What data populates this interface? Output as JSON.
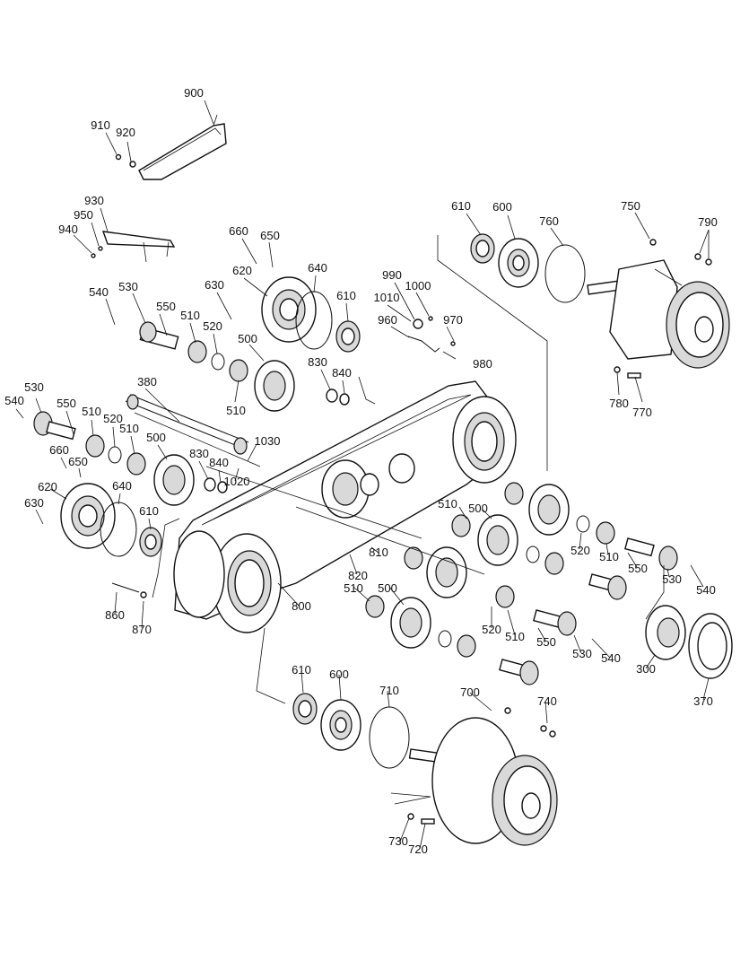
{
  "colors": {
    "line": "#111111",
    "background": "#ffffff",
    "shade": "#d9d9d9"
  },
  "labels": [
    {
      "id": "l900",
      "text": "900"
    },
    {
      "id": "l910",
      "text": "910"
    },
    {
      "id": "l920",
      "text": "920"
    },
    {
      "id": "l930",
      "text": "930"
    },
    {
      "id": "l950",
      "text": "950"
    },
    {
      "id": "l940",
      "text": "940"
    },
    {
      "id": "l610a",
      "text": "610"
    },
    {
      "id": "l600a",
      "text": "600"
    },
    {
      "id": "l760",
      "text": "760"
    },
    {
      "id": "l750",
      "text": "750"
    },
    {
      "id": "l790",
      "text": "790"
    },
    {
      "id": "l660a",
      "text": "660"
    },
    {
      "id": "l650a",
      "text": "650"
    },
    {
      "id": "l640a",
      "text": "640"
    },
    {
      "id": "l620a",
      "text": "620"
    },
    {
      "id": "l630a",
      "text": "630"
    },
    {
      "id": "l610b",
      "text": "610"
    },
    {
      "id": "l990",
      "text": "990"
    },
    {
      "id": "l1000",
      "text": "1000"
    },
    {
      "id": "l1010",
      "text": "1010"
    },
    {
      "id": "l960",
      "text": "960"
    },
    {
      "id": "l970",
      "text": "970"
    },
    {
      "id": "l980",
      "text": "980"
    },
    {
      "id": "l540a",
      "text": "540"
    },
    {
      "id": "l530a",
      "text": "530"
    },
    {
      "id": "l550a",
      "text": "550"
    },
    {
      "id": "l510a",
      "text": "510"
    },
    {
      "id": "l520a",
      "text": "520"
    },
    {
      "id": "l500a",
      "text": "500"
    },
    {
      "id": "l510b",
      "text": "510"
    },
    {
      "id": "l830a",
      "text": "830"
    },
    {
      "id": "l840a",
      "text": "840"
    },
    {
      "id": "l780",
      "text": "780"
    },
    {
      "id": "l770",
      "text": "770"
    },
    {
      "id": "l380",
      "text": "380"
    },
    {
      "id": "l530b",
      "text": "530"
    },
    {
      "id": "l540b",
      "text": "540"
    },
    {
      "id": "l550b",
      "text": "550"
    },
    {
      "id": "l510c",
      "text": "510"
    },
    {
      "id": "l520b",
      "text": "520"
    },
    {
      "id": "l510d",
      "text": "510"
    },
    {
      "id": "l500b",
      "text": "500"
    },
    {
      "id": "l1030",
      "text": "1030"
    },
    {
      "id": "l660b",
      "text": "660"
    },
    {
      "id": "l650b",
      "text": "650"
    },
    {
      "id": "l830b",
      "text": "830"
    },
    {
      "id": "l840b",
      "text": "840"
    },
    {
      "id": "l1020",
      "text": "1020"
    },
    {
      "id": "l620b",
      "text": "620"
    },
    {
      "id": "l640b",
      "text": "640"
    },
    {
      "id": "l630b",
      "text": "630"
    },
    {
      "id": "l610c",
      "text": "610"
    },
    {
      "id": "l510e",
      "text": "510"
    },
    {
      "id": "l500c",
      "text": "500"
    },
    {
      "id": "l520c",
      "text": "520"
    },
    {
      "id": "l510f",
      "text": "510"
    },
    {
      "id": "l550c",
      "text": "550"
    },
    {
      "id": "l530c",
      "text": "530"
    },
    {
      "id": "l540c",
      "text": "540"
    },
    {
      "id": "l810",
      "text": "810"
    },
    {
      "id": "l820",
      "text": "820"
    },
    {
      "id": "l860",
      "text": "860"
    },
    {
      "id": "l870",
      "text": "870"
    },
    {
      "id": "l800",
      "text": "800"
    },
    {
      "id": "l510g",
      "text": "510"
    },
    {
      "id": "l500d",
      "text": "500"
    },
    {
      "id": "l520d",
      "text": "520"
    },
    {
      "id": "l510h",
      "text": "510"
    },
    {
      "id": "l550d",
      "text": "550"
    },
    {
      "id": "l530d",
      "text": "530"
    },
    {
      "id": "l540d",
      "text": "540"
    },
    {
      "id": "l300",
      "text": "300"
    },
    {
      "id": "l370",
      "text": "370"
    },
    {
      "id": "l610d",
      "text": "610"
    },
    {
      "id": "l600b",
      "text": "600"
    },
    {
      "id": "l710",
      "text": "710"
    },
    {
      "id": "l700",
      "text": "700"
    },
    {
      "id": "l740",
      "text": "740"
    },
    {
      "id": "l730",
      "text": "730"
    },
    {
      "id": "l720",
      "text": "720"
    }
  ]
}
